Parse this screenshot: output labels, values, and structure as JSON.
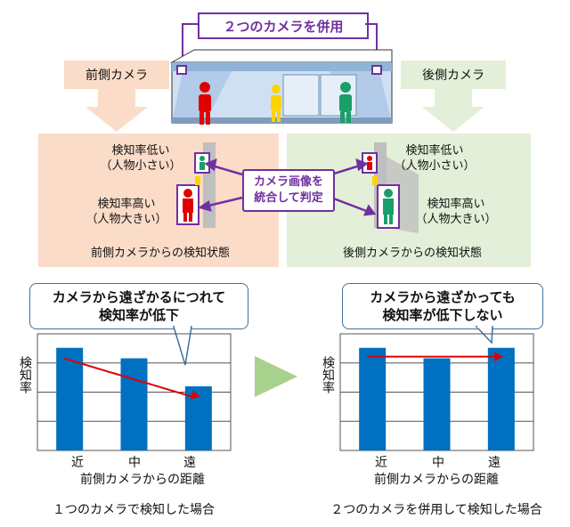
{
  "header": {
    "title": "２つのカメラを併用"
  },
  "labels": {
    "front_camera": "前側カメラ",
    "rear_camera": "後側カメラ"
  },
  "integrate": {
    "line1": "カメラ画像を",
    "line2": "統合して判定"
  },
  "front_panel": {
    "low_rate": "検知率低い",
    "low_note": "（人物小さい）",
    "high_rate": "検知率高い",
    "high_note": "（人物大きい）",
    "caption": "前側カメラからの検知状態"
  },
  "rear_panel": {
    "low_rate": "検知率低い",
    "low_note": "（人物小さい）",
    "high_rate": "検知率高い",
    "high_note": "（人物大きい）",
    "caption": "後側カメラからの検知状態"
  },
  "left_chart": {
    "callout_line1": "カメラから遠ざかるにつれて",
    "callout_line2": "検知率が低下",
    "ylabel": "検知率",
    "xlabel": "前側カメラからの距離",
    "categories": [
      "近",
      "中",
      "遠"
    ],
    "caption": "１つのカメラで検知した場合"
  },
  "right_chart": {
    "callout_line1": "カメラから遠ざかっても",
    "callout_line2": "検知率が低下しない",
    "ylabel": "検知率",
    "xlabel": "前側カメラからの距離",
    "categories": [
      "近",
      "中",
      "遠"
    ],
    "caption": "２つのカメラを併用して検知した場合"
  },
  "chart_data": [
    {
      "type": "bar",
      "categories": [
        "近",
        "中",
        "遠"
      ],
      "values": [
        0.88,
        0.79,
        0.55
      ],
      "ylabel": "検知率",
      "xlabel": "前側カメラからの距離",
      "ylim": [
        0,
        1
      ],
      "grid": true,
      "trend": "decreasing"
    },
    {
      "type": "bar",
      "categories": [
        "近",
        "中",
        "遠"
      ],
      "values": [
        0.88,
        0.79,
        0.88
      ],
      "ylabel": "検知率",
      "xlabel": "前側カメラからの距離",
      "ylim": [
        0,
        1
      ],
      "grid": true,
      "trend": "flat"
    }
  ],
  "colors": {
    "bar": "#0070c0",
    "arrow": "#e00000",
    "accent": "#7030a0",
    "front_bg": "#fbdcc8",
    "rear_bg": "#e3efd8",
    "play": "#a9d18e"
  }
}
